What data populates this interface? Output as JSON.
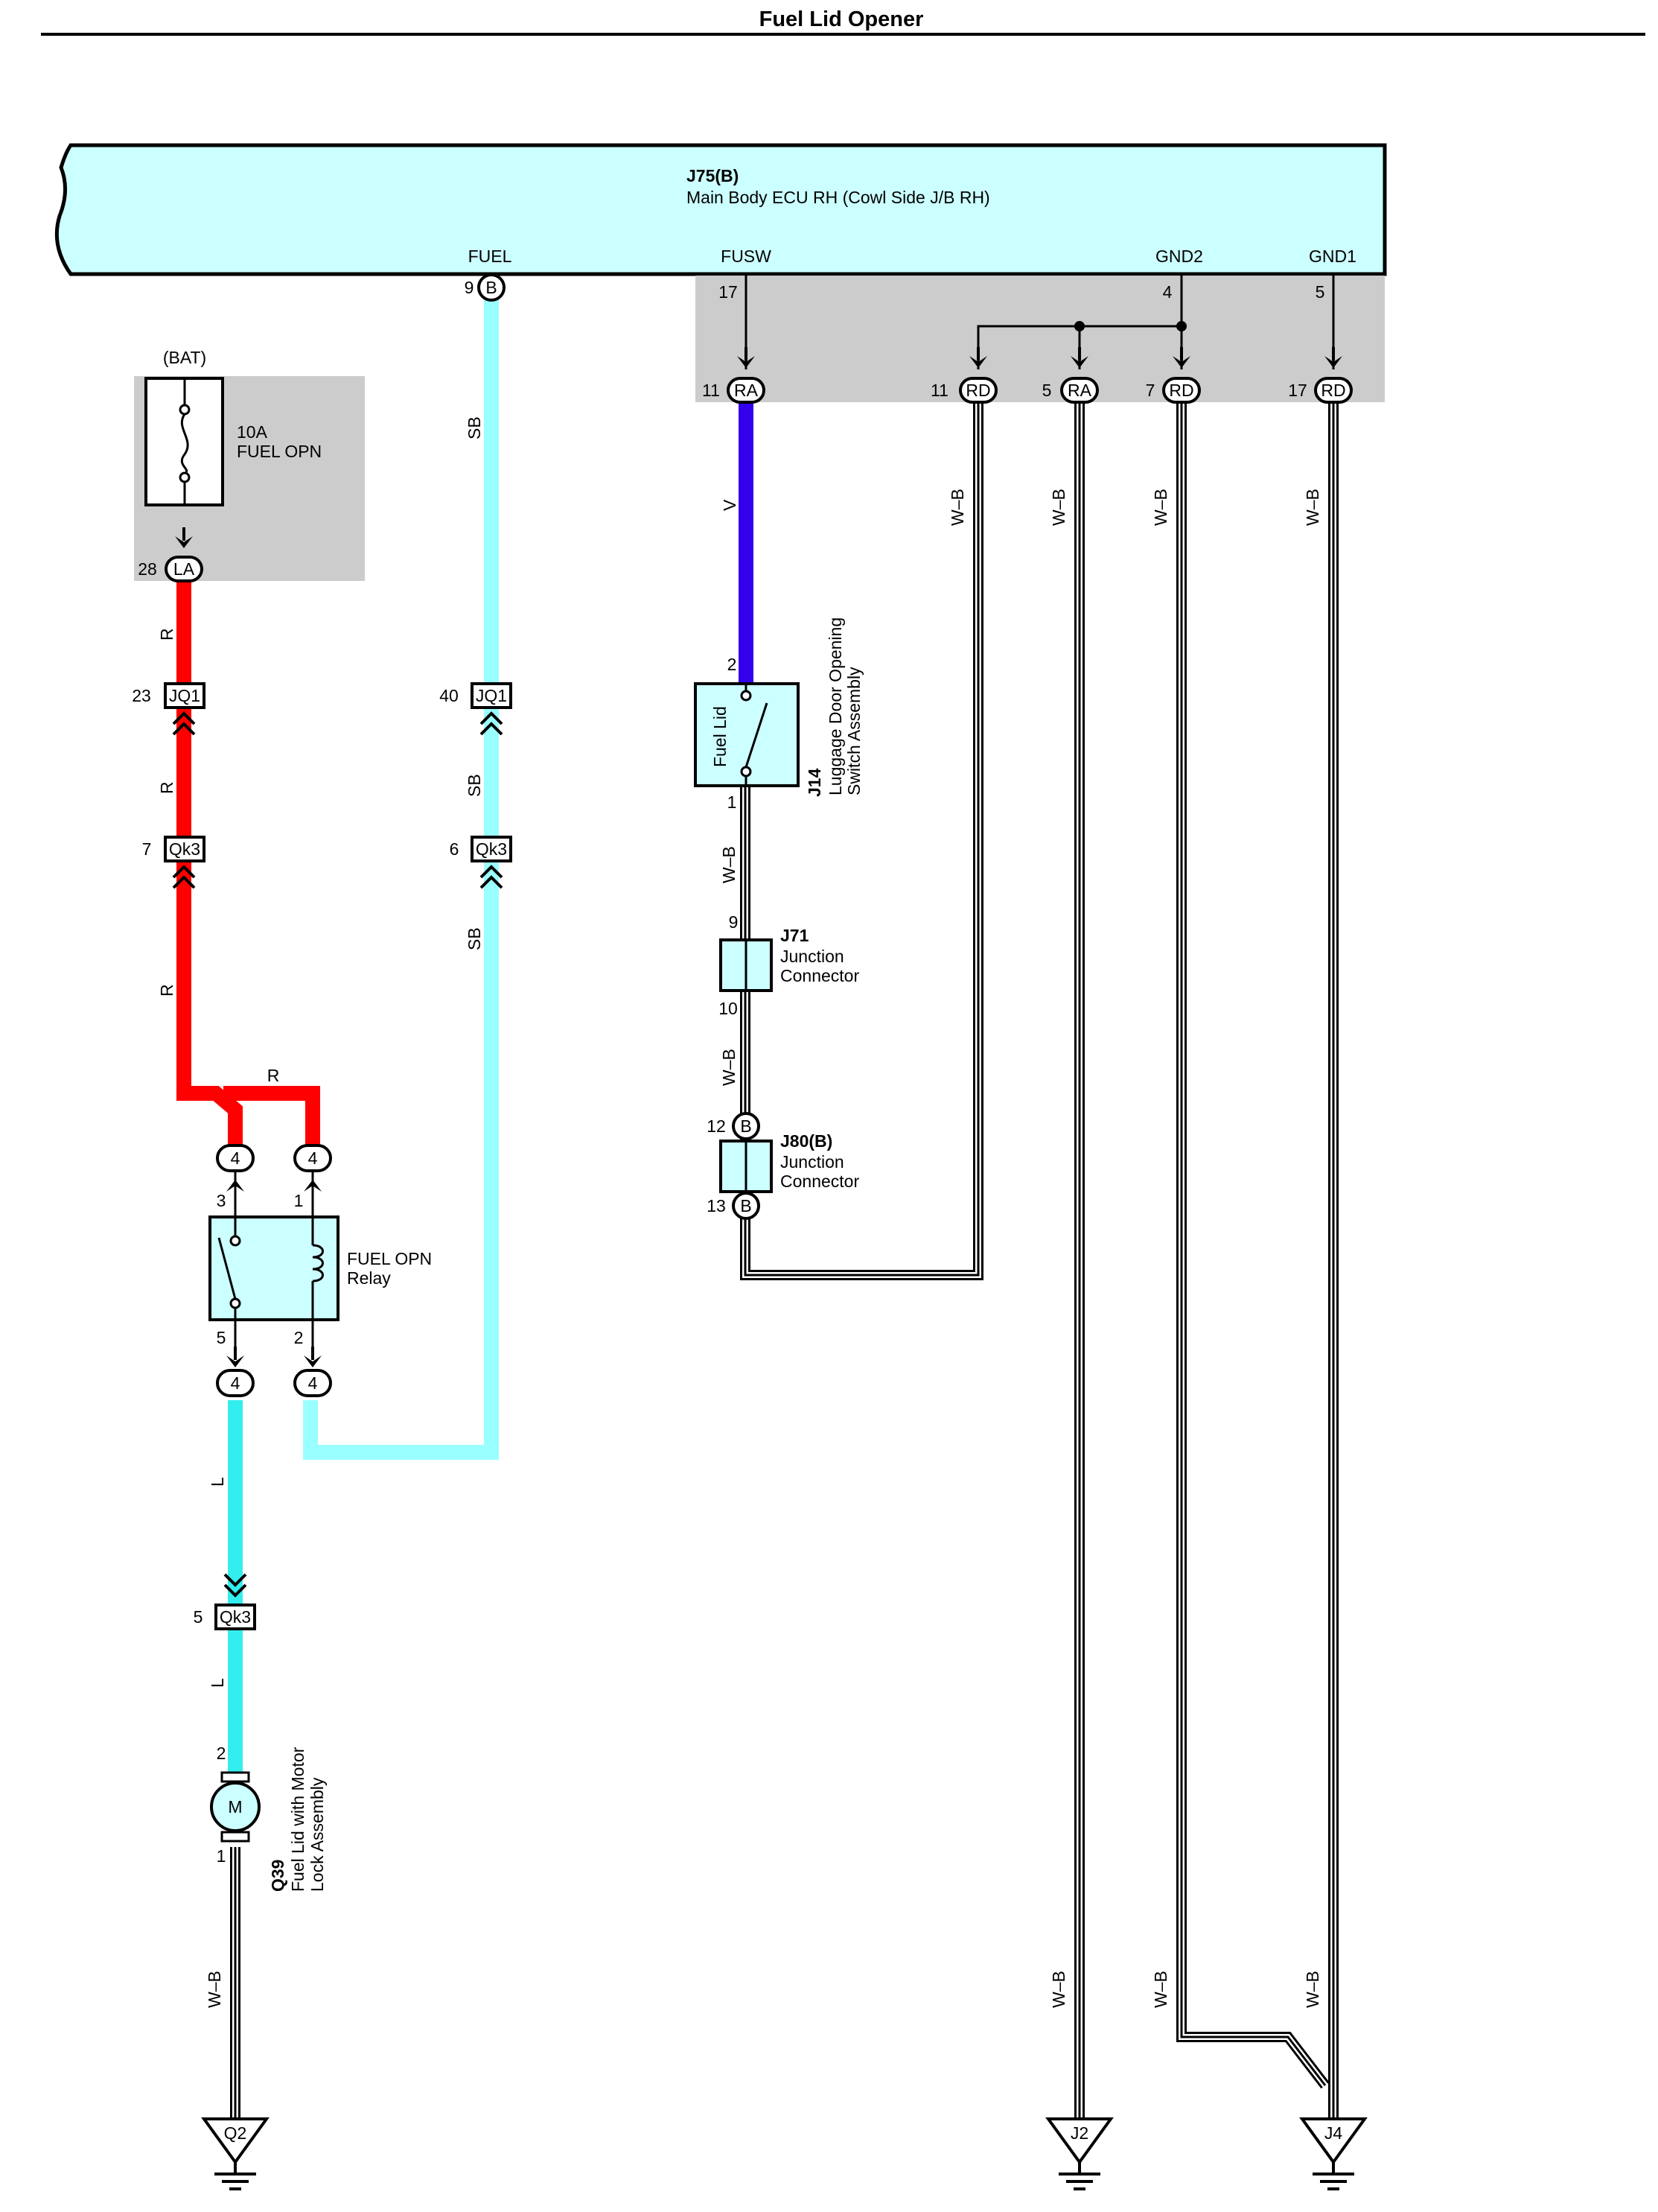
{
  "title": "Fuel Lid Opener",
  "colors": {
    "red": "#ff0000",
    "sb": "#99ffff",
    "l": "#33eeee",
    "v": "#3300ee",
    "module": "#ccffff",
    "shade": "#cccccc"
  },
  "ecu": {
    "code": "J75(B)",
    "name": "Main Body ECU RH (Cowl Side J/B RH)",
    "pins": {
      "fuel": "FUEL",
      "fusw": "FUSW",
      "gnd2": "GND2",
      "gnd1": "GND1"
    },
    "pin_numbers": {
      "fuel": "9",
      "fusw": "17",
      "gnd2": "4",
      "gnd1": "5"
    },
    "fuel_connector": "B"
  },
  "junction_block": {
    "connectors": [
      {
        "num": "11",
        "code": "RA"
      },
      {
        "num": "11",
        "code": "RD"
      },
      {
        "num": "5",
        "code": "RA"
      },
      {
        "num": "7",
        "code": "RD"
      },
      {
        "num": "17",
        "code": "RD"
      }
    ]
  },
  "fuse": {
    "source": "(BAT)",
    "rating": "10A",
    "name": "FUEL OPN",
    "pin": "28",
    "code": "LA"
  },
  "wire_colors": {
    "r": "R",
    "sb": "SB",
    "l": "L",
    "v": "V",
    "wb": "W–B"
  },
  "inline_connectors": {
    "jq1_left": {
      "num": "23",
      "code": "JQ1"
    },
    "jq1_mid": {
      "num": "40",
      "code": "JQ1"
    },
    "qk3_left": {
      "num": "7",
      "code": "Qk3"
    },
    "qk3_mid": {
      "num": "6",
      "code": "Qk3"
    },
    "qk3_low": {
      "num": "5",
      "code": "Qk3"
    }
  },
  "relay": {
    "name_line1": "FUEL OPN",
    "name_line2": "Relay",
    "pins": {
      "p3": "3",
      "p1": "1",
      "p5": "5",
      "p2": "2"
    },
    "connector": "4"
  },
  "switch": {
    "code": "J14",
    "name_line1": "Luggage Door Opening",
    "name_line2": "Switch Assembly",
    "inner_label": "Fuel Lid",
    "pin_top": "2",
    "pin_bottom": "1"
  },
  "j71": {
    "code": "J71",
    "line1": "Junction",
    "line2": "Connector",
    "pin_top": "9",
    "pin_bottom": "10"
  },
  "j80": {
    "code": "J80(B)",
    "line1": "Junction",
    "line2": "Connector",
    "pin_top": "12",
    "pin_bottom": "13",
    "conn": "B"
  },
  "motor": {
    "code": "Q39",
    "name_line1": "Fuel Lid with Motor",
    "name_line2": "Lock Assembly",
    "symbol": "M",
    "pin_top": "2",
    "pin_bottom": "1"
  },
  "grounds": [
    "Q2",
    "J2",
    "J4"
  ]
}
